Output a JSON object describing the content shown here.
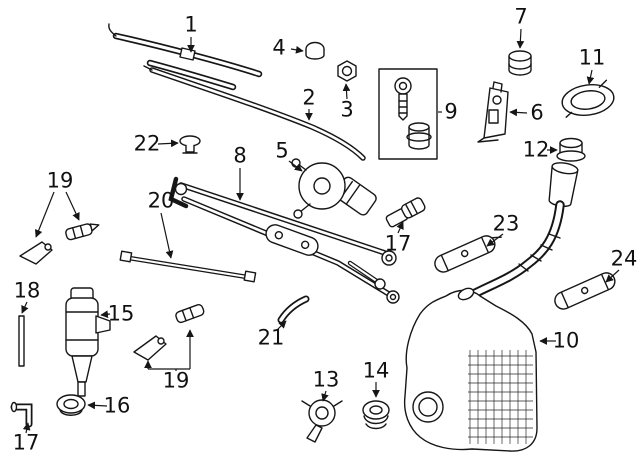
{
  "diagram": {
    "type": "exploded-parts-diagram",
    "colors": {
      "background": "#ffffff",
      "line": "#161616",
      "text": "#111111"
    },
    "callouts": [
      {
        "label": "1",
        "part": "wiper-blade"
      },
      {
        "label": "4",
        "part": "cap-nut-cover"
      },
      {
        "label": "7",
        "part": "cap"
      },
      {
        "label": "11",
        "part": "cover"
      },
      {
        "label": "2",
        "part": "wiper-blade"
      },
      {
        "label": "3",
        "part": "hex-nut"
      },
      {
        "label": "9",
        "part": "pivot-stud-and-bushing"
      },
      {
        "label": "6",
        "part": "bracket"
      },
      {
        "label": "12",
        "part": "cap"
      },
      {
        "label": "22",
        "part": "grommet"
      },
      {
        "label": "8",
        "part": "wiper-linkage-frame"
      },
      {
        "label": "5",
        "part": "wiper-motor"
      },
      {
        "label": "17",
        "part": "hose-connector"
      },
      {
        "label": "23",
        "part": "washer-nozzle"
      },
      {
        "label": "24",
        "part": "washer-nozzle"
      },
      {
        "label": "19",
        "part": "nozzle-and-connector"
      },
      {
        "label": "20",
        "part": "washer-hose"
      },
      {
        "label": "18",
        "part": "tube"
      },
      {
        "label": "15",
        "part": "washer-pump"
      },
      {
        "label": "19",
        "part": "nozzle-and-connector"
      },
      {
        "label": "21",
        "part": "hose-elbow"
      },
      {
        "label": "10",
        "part": "washer-reservoir"
      },
      {
        "label": "13",
        "part": "level-sensor"
      },
      {
        "label": "14",
        "part": "grommet"
      },
      {
        "label": "16",
        "part": "grommet"
      },
      {
        "label": "17",
        "part": "elbow-connector"
      }
    ]
  }
}
